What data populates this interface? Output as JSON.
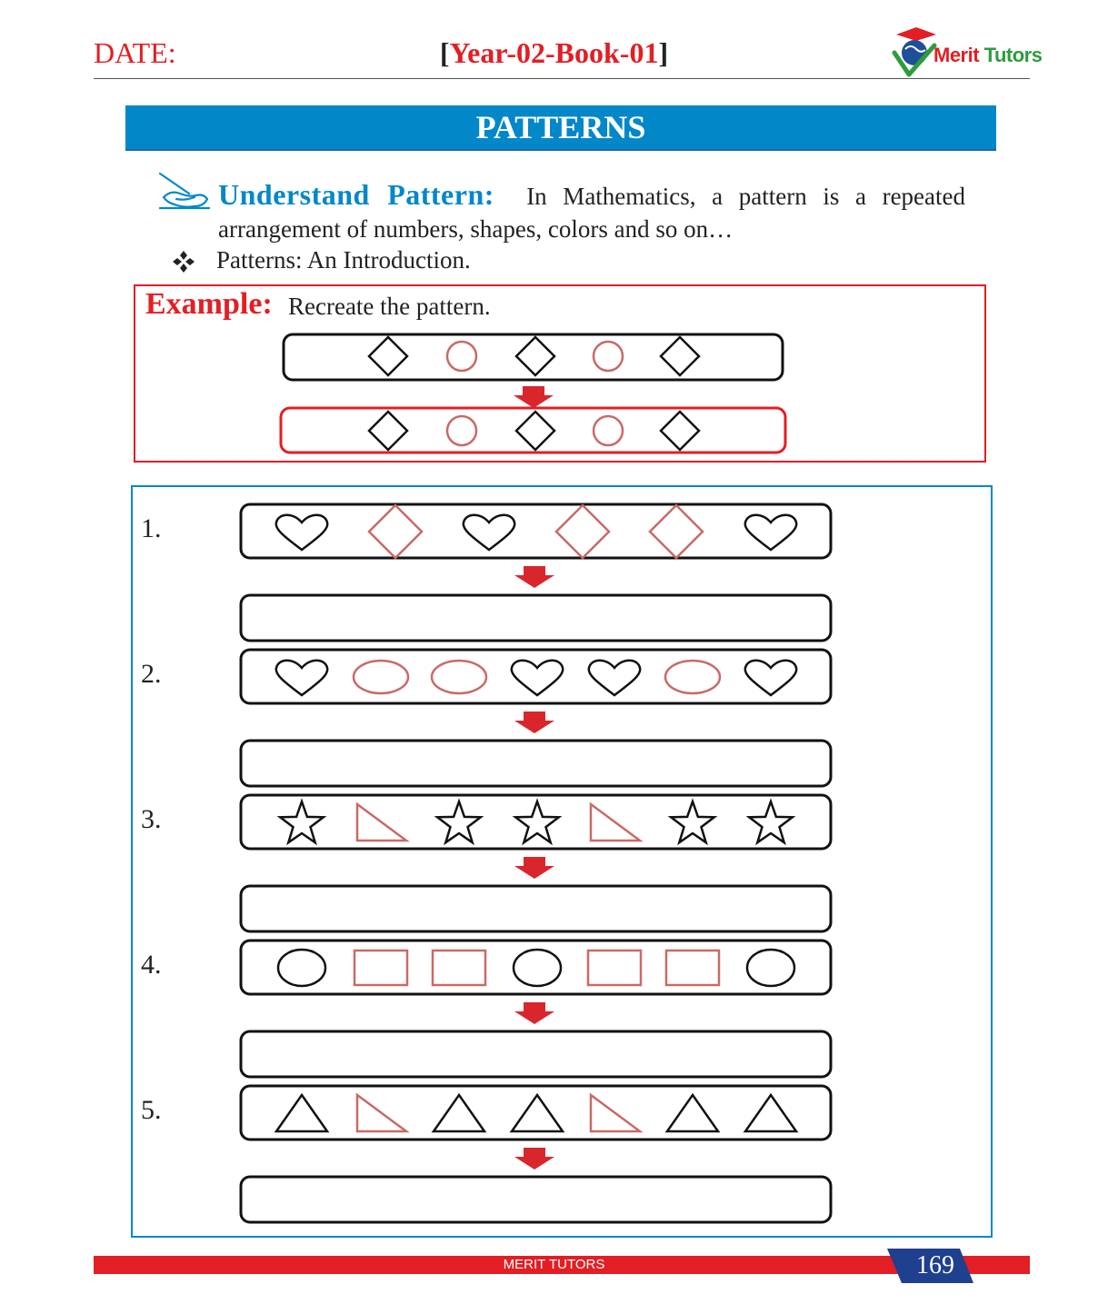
{
  "header": {
    "date_label": "DATE:",
    "book_open": "[",
    "book_title": "Year-02-Book-01",
    "book_close": "]",
    "logo_text_1": "Merit",
    "logo_text_2": " Tutors"
  },
  "banner": {
    "title": "PATTERNS"
  },
  "intro": {
    "label": "Understand Pattern:",
    "text": "In Mathematics, a pattern is a repeated arrangement of numbers, shapes, colors and so on…"
  },
  "bullet": {
    "icon": "diamond-bullet-icon",
    "text": "Patterns: An Introduction."
  },
  "example": {
    "label": "Example:",
    "instruction": "Recreate the pattern.",
    "shapes": [
      "diamond",
      "circle",
      "diamond",
      "circle",
      "diamond"
    ]
  },
  "exercises": [
    {
      "number": "1.",
      "shapes": [
        "heart",
        "diamond",
        "heart",
        "diamond",
        "diamond",
        "heart"
      ]
    },
    {
      "number": "2.",
      "shapes": [
        "heart",
        "ellipse",
        "ellipse",
        "heart",
        "heart",
        "ellipse",
        "heart"
      ]
    },
    {
      "number": "3.",
      "shapes": [
        "star",
        "right-triangle",
        "star",
        "star",
        "right-triangle",
        "star",
        "star"
      ]
    },
    {
      "number": "4.",
      "shapes": [
        "circle",
        "rectangle",
        "rectangle",
        "circle",
        "rectangle",
        "rectangle",
        "circle"
      ]
    },
    {
      "number": "5.",
      "shapes": [
        "triangle",
        "right-triangle",
        "triangle",
        "triangle",
        "right-triangle",
        "triangle",
        "triangle"
      ]
    }
  ],
  "colors": {
    "red": "#e31e24",
    "blue": "#0288c8",
    "shape_black": "#111111",
    "shape_red": "#c96a66"
  },
  "footer": {
    "brand": "MERIT TUTORS",
    "page_number": "169"
  }
}
